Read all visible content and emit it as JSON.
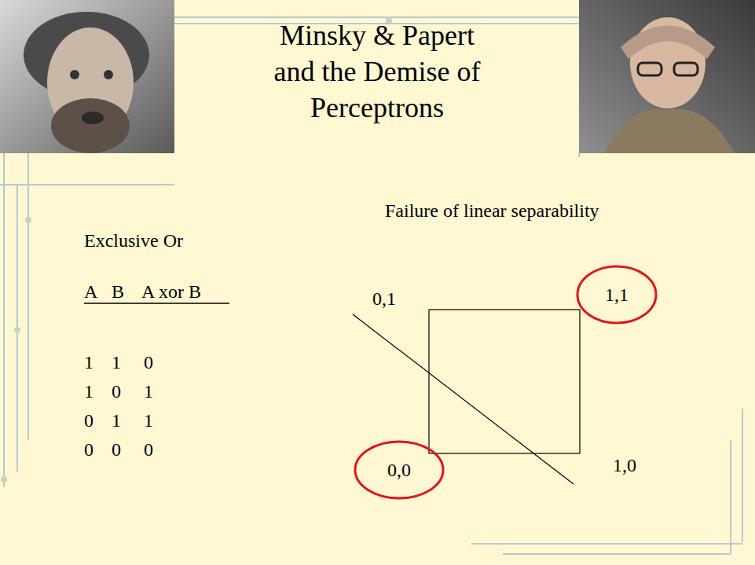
{
  "diagram": {
    "title": "Minsky & Papert and the Demise of Perceptrons",
    "nodes": [
      {
        "text": [
          "1,1"
        ]
      },
      {
        "text": [
          "0,0"
        ]
      }
    ],
    "labels": [
      "Failure of linear separability",
      "Exclusive Or",
      "A",
      "B",
      "A xor B",
      "1",
      "1",
      "0",
      "1",
      "0",
      "1",
      "0",
      "1",
      "1",
      "0",
      "0",
      "0",
      "0,1",
      "1,0"
    ]
  }
}
